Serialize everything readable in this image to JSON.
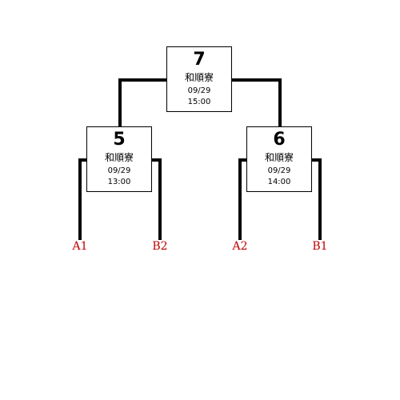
{
  "colors": {
    "line": "#000000",
    "box_border": "#000000",
    "team_text": "#c00000",
    "text": "#000000"
  },
  "matches": {
    "m7": {
      "number": "7",
      "venue": "和順寮",
      "date": "09/29",
      "time": "15:00"
    },
    "m5": {
      "number": "5",
      "venue": "和順寮",
      "date": "09/29",
      "time": "13:00"
    },
    "m6": {
      "number": "6",
      "venue": "和順寮",
      "date": "09/29",
      "time": "14:00"
    }
  },
  "teams": [
    "A1",
    "B2",
    "A2",
    "B1"
  ]
}
